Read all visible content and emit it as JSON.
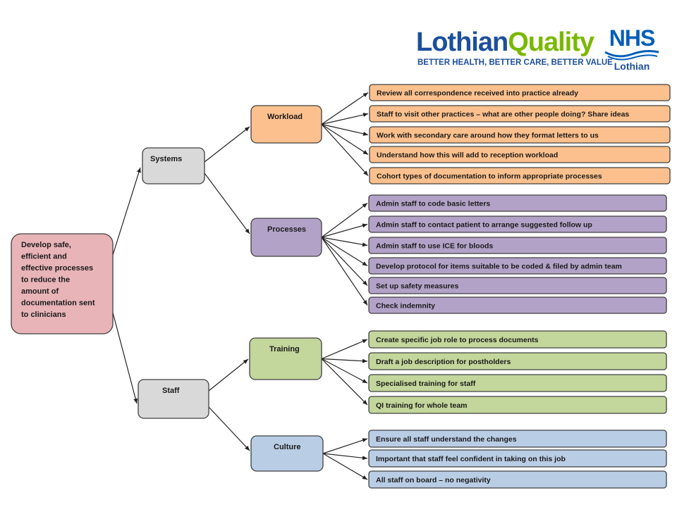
{
  "logos": {
    "lothian_quality": {
      "part1": "Lothian",
      "part2": "Quality",
      "tagline": "BETTER HEALTH, BETTER CARE, BETTER VALUE"
    },
    "nhs": {
      "mark": "NHS",
      "subtitle": "Lothian"
    }
  },
  "colors": {
    "goal": "#e8b4b8",
    "primary": "#d9d9d9",
    "workload": "#fbc08d",
    "processes": "#b3a2c7",
    "training": "#c3d69b",
    "culture": "#b9cde5",
    "border": "#404040"
  },
  "goal": [
    "Develop safe,",
    "efficient and",
    "effective processes",
    "to reduce the",
    "amount of",
    "documentation sent",
    "to clinicians"
  ],
  "primary_drivers": [
    {
      "id": "systems",
      "label": "Systems",
      "secondary": [
        {
          "id": "workload",
          "label": "Workload",
          "color": "workload",
          "ideas": [
            "Review all correspondence received into practice already",
            "Staff to visit other practices – what are other people doing? Share ideas",
            "Work with secondary care around how they format letters to us",
            "Understand how this will add to reception workload",
            "Cohort types of documentation to inform appropriate processes"
          ]
        },
        {
          "id": "processes",
          "label": "Processes",
          "color": "processes",
          "ideas": [
            "Admin staff to code basic letters",
            "Admin staff to contact patient to arrange suggested follow up",
            "Admin staff to use ICE for bloods",
            "Develop protocol for items suitable to be coded & filed by admin team",
            "Set up safety measures",
            "Check indemnity"
          ]
        }
      ]
    },
    {
      "id": "staff",
      "label": "Staff",
      "secondary": [
        {
          "id": "training",
          "label": "Training",
          "color": "training",
          "ideas": [
            "Create specific job role to process documents",
            "Draft a job description for postholders",
            "Specialised training for staff",
            "QI training for whole team"
          ]
        },
        {
          "id": "culture",
          "label": "Culture",
          "color": "culture",
          "ideas": [
            "Ensure all staff understand the changes",
            "Important that staff feel confident in taking on this job",
            "All staff on board – no negativity"
          ]
        }
      ]
    }
  ]
}
